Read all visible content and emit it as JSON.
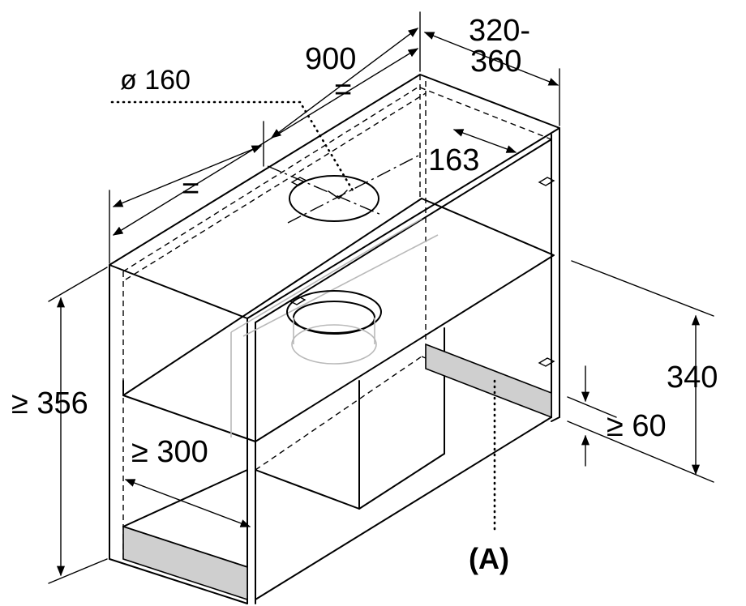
{
  "labels": {
    "width": "900",
    "depth_line1": "320-",
    "depth_line2": "360",
    "diameter": "ø 160",
    "equal_top": "=",
    "equal_left": "=",
    "offset": "163",
    "height_min": "≥ 356",
    "clearance_min": "≥ 300",
    "height": "340",
    "gap_min": "≥ 60",
    "reference": "(A)"
  },
  "colors": {
    "line": "#000000",
    "hidden_line": "#b9b9b9",
    "filter_fill": "#cfcfcf"
  }
}
